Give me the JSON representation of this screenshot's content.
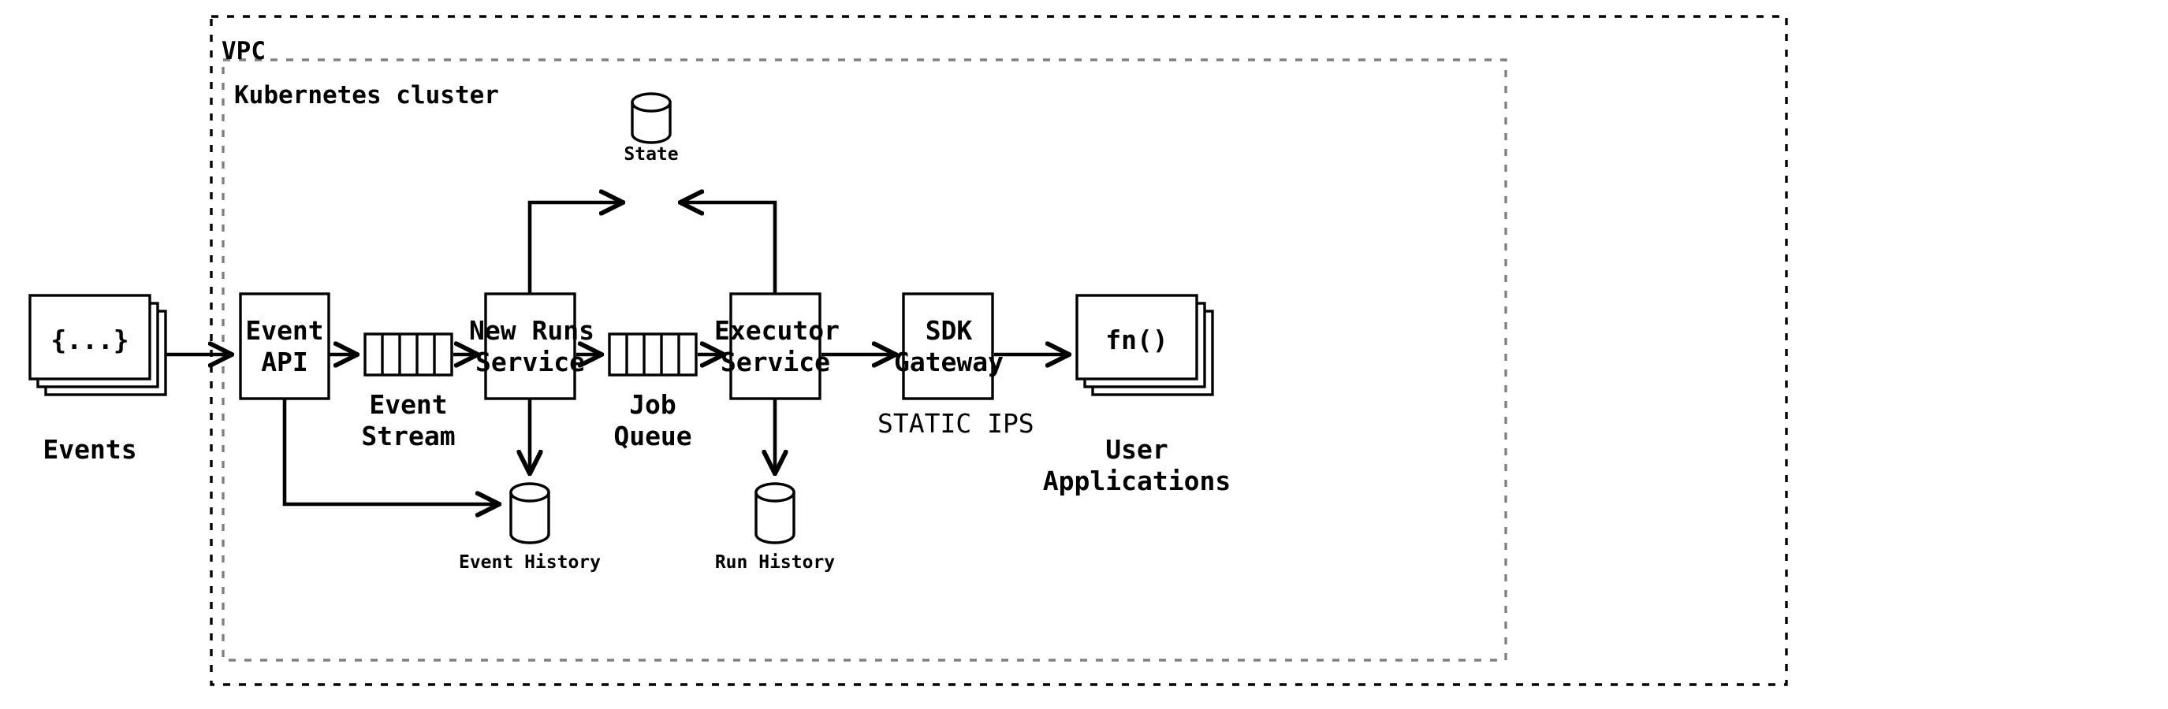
{
  "diagram": {
    "title": "Event-driven durable execution architecture",
    "background": "#ffffff",
    "stroke": "#000000",
    "cluster_stroke": "#808080"
  },
  "groups": {
    "vpc": {
      "label": "VPC",
      "border_style": "dashed",
      "color": "#000000"
    },
    "k8s": {
      "label": "Kubernetes cluster",
      "border_style": "dashed",
      "color": "#808080"
    }
  },
  "nodes": {
    "events": {
      "inner_label": "{...}",
      "caption": "Events",
      "shape": "document-stack"
    },
    "event_api": {
      "label_line1": "Event",
      "label_line2": "API",
      "shape": "box"
    },
    "event_stream": {
      "caption_line1": "Event",
      "caption_line2": "Stream",
      "shape": "queue",
      "segments": 5
    },
    "new_runs_service": {
      "label_line1": "New Runs",
      "label_line2": "Service",
      "shape": "box"
    },
    "state": {
      "caption": "State",
      "shape": "cylinder"
    },
    "job_queue": {
      "caption_line1": "Job",
      "caption_line2": "Queue",
      "shape": "queue",
      "segments": 5
    },
    "executor_service": {
      "label_line1": "Executor",
      "label_line2": "Service",
      "shape": "box"
    },
    "event_history": {
      "caption": "Event History",
      "shape": "cylinder"
    },
    "run_history": {
      "caption": "Run History",
      "shape": "cylinder"
    },
    "sdk_gateway": {
      "label_line1": "SDK",
      "label_line2": "Gateway",
      "caption": "STATIC IPS",
      "shape": "box"
    },
    "user_applications": {
      "inner_label": "fn()",
      "caption_line1": "User",
      "caption_line2": "Applications",
      "shape": "document-stack"
    }
  },
  "edges": [
    {
      "from": "events",
      "to": "event_api",
      "style": "solid-arrow"
    },
    {
      "from": "event_api",
      "to": "event_stream",
      "style": "solid-arrow"
    },
    {
      "from": "event_api",
      "to": "event_history",
      "style": "solid-arrow-elbow"
    },
    {
      "from": "event_stream",
      "to": "new_runs_service",
      "style": "solid-arrow"
    },
    {
      "from": "new_runs_service",
      "to": "state",
      "style": "solid-arrow-elbow"
    },
    {
      "from": "new_runs_service",
      "to": "job_queue",
      "style": "solid-arrow"
    },
    {
      "from": "new_runs_service",
      "to": "event_history",
      "style": "solid-arrow"
    },
    {
      "from": "job_queue",
      "to": "executor_service",
      "style": "solid-arrow"
    },
    {
      "from": "executor_service",
      "to": "state",
      "style": "solid-arrow-elbow"
    },
    {
      "from": "executor_service",
      "to": "run_history",
      "style": "solid-arrow"
    },
    {
      "from": "executor_service",
      "to": "sdk_gateway",
      "style": "solid-arrow"
    },
    {
      "from": "sdk_gateway",
      "to": "user_applications",
      "style": "solid-arrow"
    }
  ]
}
